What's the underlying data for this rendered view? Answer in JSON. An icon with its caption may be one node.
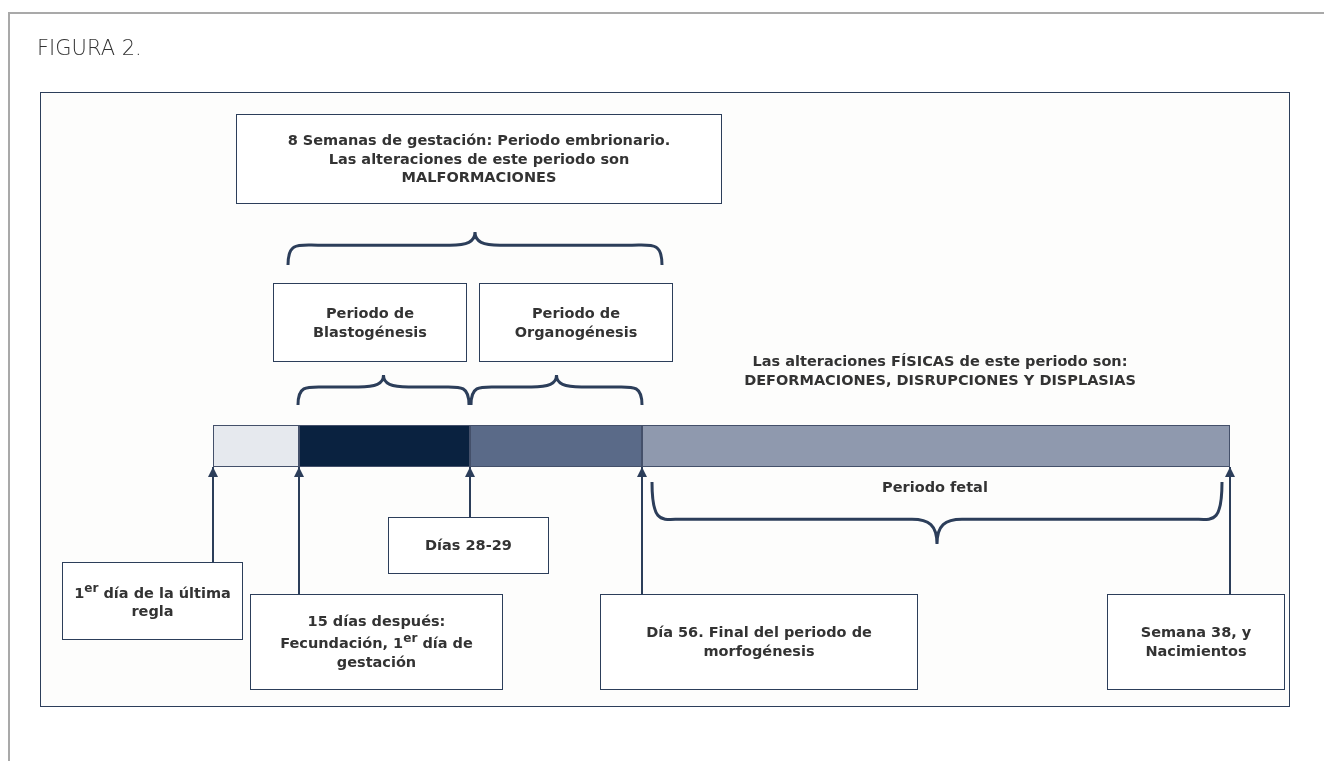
{
  "diagram": {
    "title": "FIGURA 2.",
    "nodes": [
      {
        "text": [
          "8 Semanas de gestación: Periodo embrionario. Las alteraciones de este periodo son MALFORMACIONES"
        ]
      },
      {
        "text": [
          "Periodo de Blastogénesis"
        ]
      },
      {
        "text": [
          "Periodo de Organogénesis"
        ]
      },
      {
        "text": [],
        "shape": "bar"
      },
      {
        "text": [],
        "shape": "bar"
      },
      {
        "text": [],
        "shape": "bar"
      },
      {
        "text": [],
        "shape": "bar"
      },
      {
        "text": [
          "1$^{er}$ día de la última regla"
        ]
      },
      {
        "text": [
          "15 días después: Fecundación, 1$^{er}$ día de gestación"
        ]
      },
      {
        "text": [
          "Días 28-29"
        ]
      },
      {
        "text": [
          "Día 56. Final del periodo de morfogénesis"
        ]
      },
      {
        "text": [
          "Semana 38, y Nacimientos"
        ]
      }
    ],
    "edges": [
      {
        "from": 7,
        "to": 3,
        "arrow": "to"
      },
      {
        "from": 8,
        "to": 4,
        "arrow": "to"
      },
      {
        "from": 9,
        "to": 5,
        "arrow": "to"
      },
      {
        "from": 10,
        "to": 6,
        "arrow": "to"
      },
      {
        "from": 11,
        "to": 6,
        "arrow": "to"
      }
    ],
    "labels": [
      "Las alteraciones FÍSICAS de este periodo son: DEFORMACIONES, DISRUPCIONES Y DISPLASIAS",
      "Periodo fetal"
    ]
  }
}
